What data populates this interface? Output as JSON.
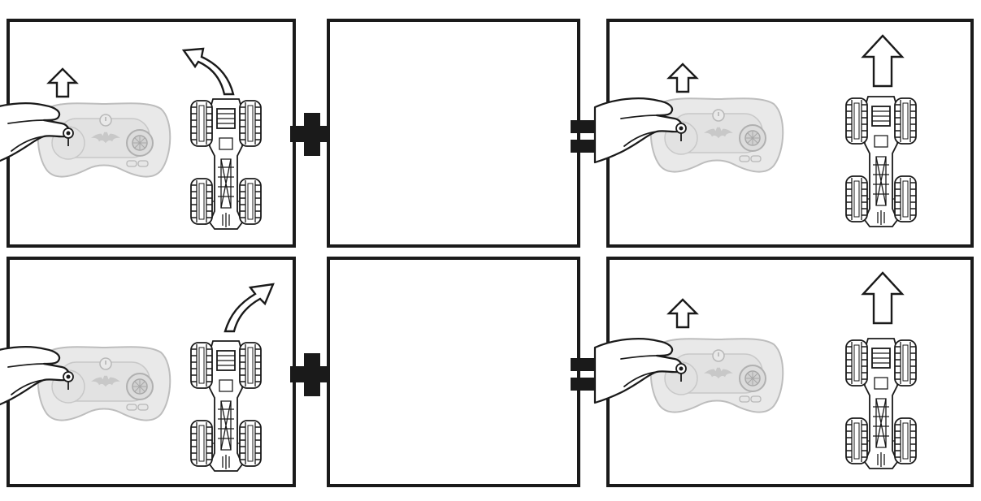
{
  "title": "",
  "rows": [
    {
      "id": "row-1",
      "turn_direction": "left",
      "highlighted_button": "right-button",
      "result": "drive-forward"
    },
    {
      "id": "row-2",
      "turn_direction": "right",
      "highlighted_button": "left-button",
      "result": "drive-forward"
    }
  ],
  "operators": [
    "+",
    "="
  ],
  "icons": [
    "hand-icon",
    "remote-control-icon",
    "batman-logo-icon",
    "joystick-icon",
    "up-arrow-icon",
    "curved-arrow-icon",
    "monster-truck-icon",
    "speaker-icon",
    "pointer-arrow-icon"
  ],
  "colors": {
    "outline": "#1a1a1a",
    "remote_grey": "#e9e9e9",
    "button_dark": "#1a1a1a"
  }
}
